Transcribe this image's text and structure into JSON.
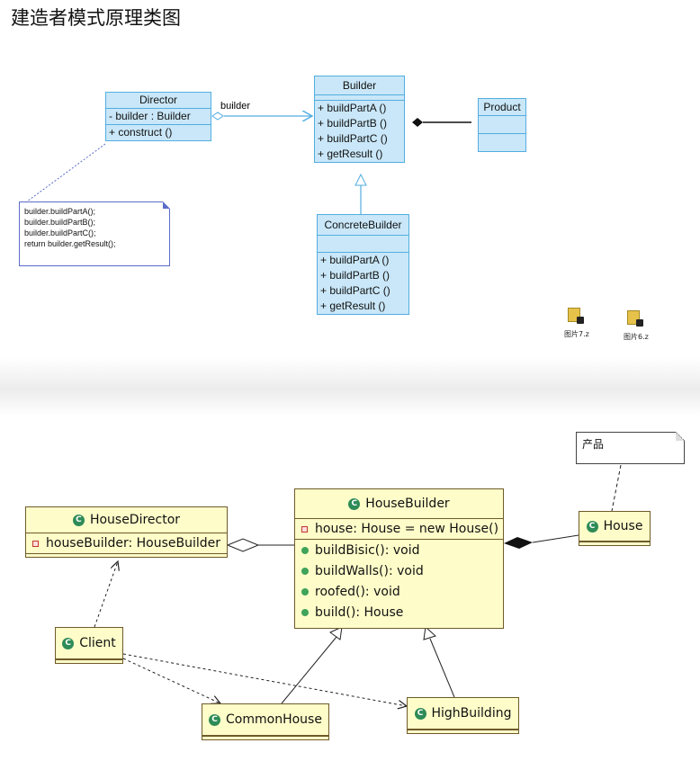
{
  "title": "建造者模式原理类图",
  "top_diagram": {
    "director": {
      "name": "Director",
      "attr": "- builder : Builder",
      "op": "+ construct ()"
    },
    "builder": {
      "name": "Builder",
      "ops": [
        "+ buildPartA ()",
        "+ buildPartB ()",
        "+ buildPartC ()",
        "+ getResult ()"
      ]
    },
    "product": {
      "name": "Product"
    },
    "concrete_builder": {
      "name": "ConcreteBuilder",
      "ops": [
        "+ buildPartA ()",
        "+ buildPartB ()",
        "+ buildPartC ()",
        "+ getResult ()"
      ]
    },
    "assoc_label": "builder",
    "note_lines": [
      "builder.buildPartA();",
      "builder.buildPartB();",
      "builder.buildPartC();",
      "return builder.getResult();"
    ],
    "files": [
      "图片7.z",
      "图片6.z"
    ]
  },
  "bottom_diagram": {
    "house_director": {
      "name": "HouseDirector",
      "attr": "houseBuilder: HouseBuilder"
    },
    "house_builder": {
      "name": "HouseBuilder",
      "attr": "house: House = new House()",
      "ops": [
        "buildBisic(): void",
        "buildWalls(): void",
        "roofed(): void",
        "build(): House"
      ]
    },
    "house": {
      "name": "House"
    },
    "note": "产品",
    "client": {
      "name": "Client"
    },
    "common_house": {
      "name": "CommonHouse"
    },
    "high_building": {
      "name": "HighBuilding"
    },
    "class_icon_letter": "C"
  },
  "colors": {
    "uml_blue_fill": "#c9e7f8",
    "uml_blue_border": "#53aee0",
    "uml_yellow_fill": "#fefdc9",
    "class_icon": "#2e8b57"
  }
}
